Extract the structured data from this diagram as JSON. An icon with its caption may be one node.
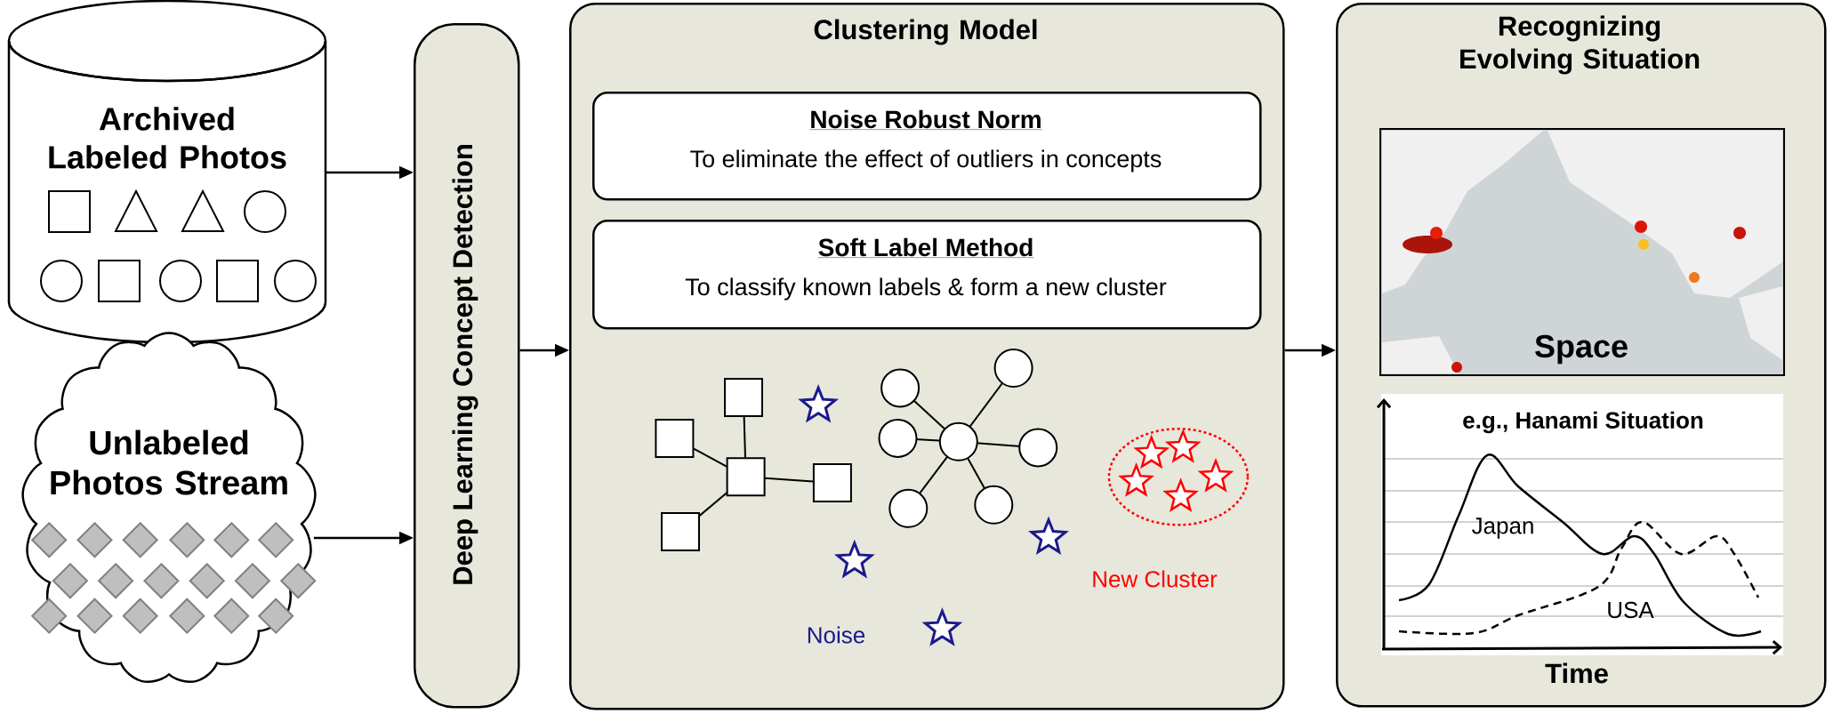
{
  "diagram": {
    "nodes": [
      {
        "text": [
          "Archived Labeled Photos"
        ]
      },
      {
        "text": [
          "Unlabeled Photos Stream"
        ]
      },
      {
        "text": [
          "Deep Learning Concept Detection"
        ]
      },
      {
        "text": [
          "Clustering Model"
        ]
      },
      {
        "text": [
          "Noise Robust Norm",
          "To eliminate the effect of outliers in concepts"
        ],
        "in": 3
      },
      {
        "text": [
          "Soft Label Method",
          "To classify known labels & form a new cluster"
        ],
        "in": 3
      },
      {
        "text": [
          "Recognizing Evolving Situation"
        ]
      }
    ],
    "edges": [
      {
        "from": 0,
        "to": 2,
        "arrow": "to"
      },
      {
        "from": 1,
        "to": 2,
        "arrow": "to"
      },
      {
        "from": 2,
        "to": 3,
        "arrow": "to"
      },
      {
        "from": 3,
        "to": 6,
        "arrow": "to"
      }
    ],
    "labels": [
      "Noise",
      "New Cluster",
      "Space",
      "e.g., Hanami Situation",
      "Japan",
      "USA",
      "Time"
    ]
  }
}
